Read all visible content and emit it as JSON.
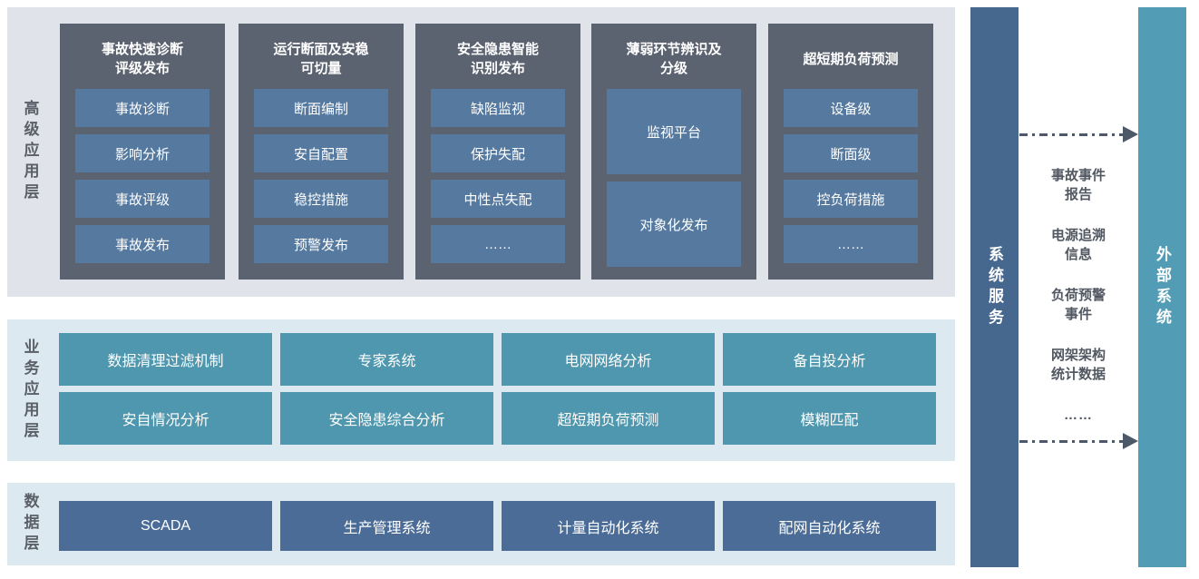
{
  "palette": {
    "top_band_bg": "#e0e3ea",
    "lower_band_bg": "#dde9f0",
    "column_bg": "#5b6270",
    "app_item_bg": "#56799f",
    "business_item_bg": "#4e97ae",
    "data_item_bg": "#4a6c96",
    "system_service_bar_bg": "#46688f",
    "external_system_bar_bg": "#529db5",
    "layer_label_text": "#5b5f68",
    "arrow_color": "#4d5868",
    "box_text": "#ffffff"
  },
  "advanced_layer": {
    "label": "高级应用层",
    "columns": [
      {
        "title": "事故快速诊断\n评级发布",
        "items": [
          "事故诊断",
          "影响分析",
          "事故评级",
          "事故发布"
        ]
      },
      {
        "title": "运行断面及安稳\n可切量",
        "items": [
          "断面编制",
          "安自配置",
          "稳控措施",
          "预警发布"
        ]
      },
      {
        "title": "安全隐患智能\n识别发布",
        "items": [
          "缺陷监视",
          "保护失配",
          "中性点失配",
          "……"
        ]
      },
      {
        "title": "薄弱环节辨识及\n分级",
        "items": [
          "监视平台",
          "对象化发布"
        ]
      },
      {
        "title": "超短期负荷预测",
        "items": [
          "设备级",
          "断面级",
          "控负荷措施",
          "……"
        ]
      }
    ]
  },
  "business_layer": {
    "label": "业务应用层",
    "rows": [
      [
        "数据清理过滤机制",
        "专家系统",
        "电网网络分析",
        "备自投分析"
      ],
      [
        "安自情况分析",
        "安全隐患综合分析",
        "超短期负荷预测",
        "模糊匹配"
      ]
    ]
  },
  "data_layer": {
    "label": "数据层",
    "items": [
      "SCADA",
      "生产管理系统",
      "计量自动化系统",
      "配网自动化系统"
    ]
  },
  "system_service_bar": {
    "label": "系统服务"
  },
  "external_system_bar": {
    "label": "外部系统"
  },
  "exchange": {
    "items": [
      "事故事件\n报告",
      "电源追溯\n信息",
      "负荷预警\n事件",
      "网架架构\n统计数据"
    ],
    "ellipsis": "……"
  }
}
